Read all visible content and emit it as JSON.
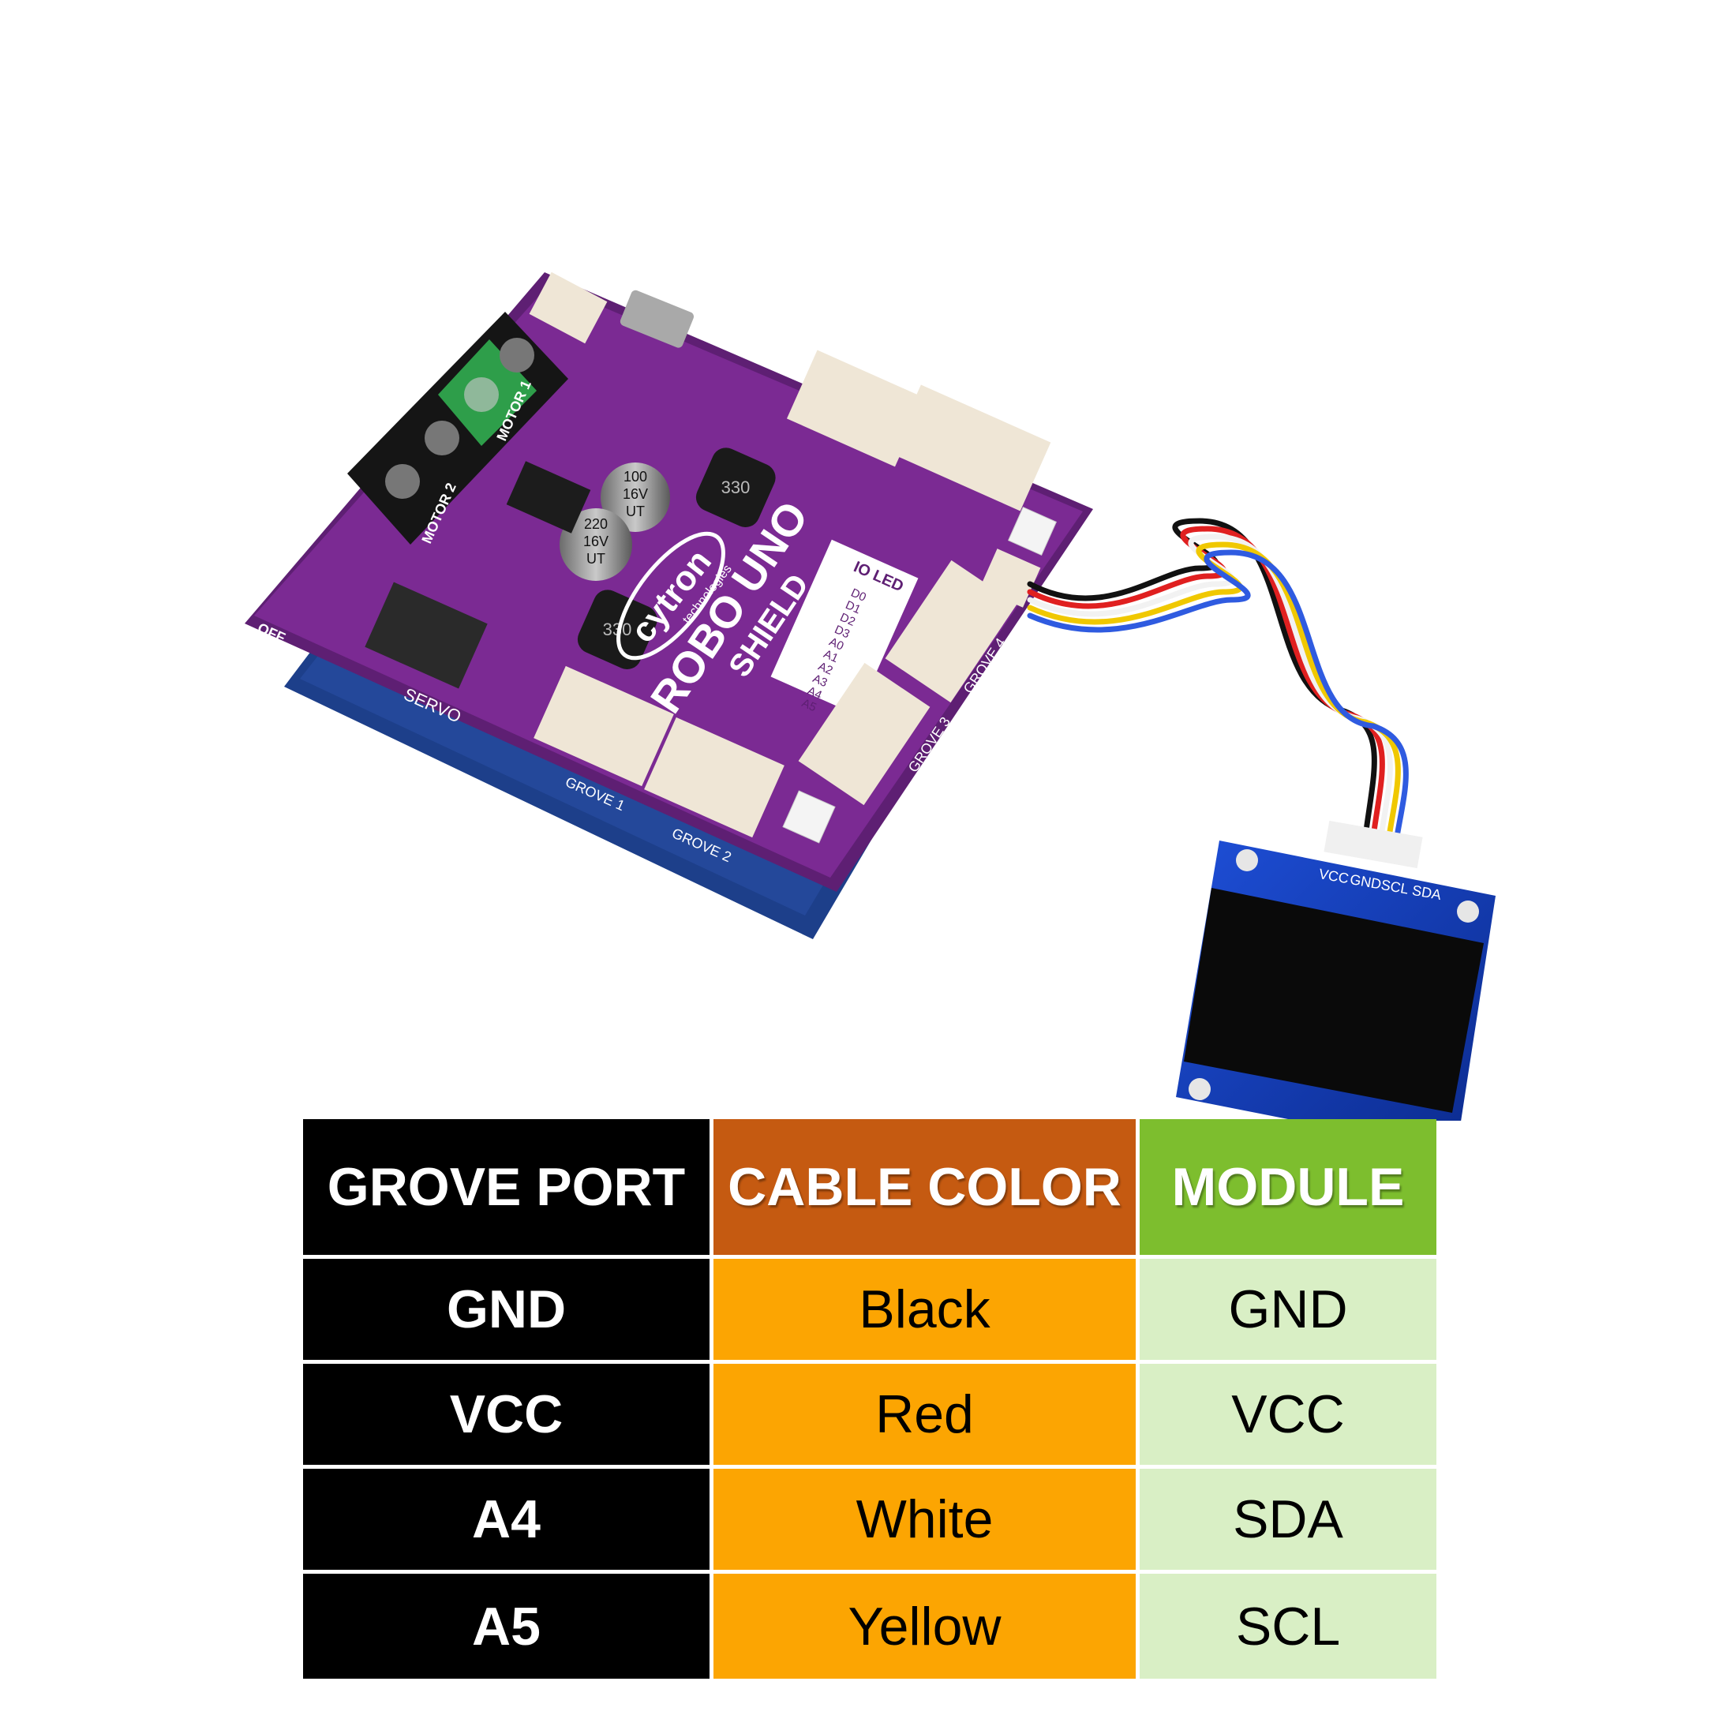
{
  "board": {
    "logo": "cytron",
    "logo_sub": "technologies",
    "name_line1": "ROBO UNO",
    "name_line2": "SHIELD",
    "io_led_label": "IO LED",
    "io_led_pins": [
      "D0",
      "D1",
      "D2",
      "D3",
      "A0",
      "A1",
      "A2",
      "A3",
      "A4",
      "A5"
    ],
    "connector_labels": {
      "grove1": "GROVE 1",
      "grove2": "GROVE 2",
      "grove3": "GROVE 3",
      "grove4": "GROVE 4",
      "servo": "SERVO",
      "motor1": "MOTOR 1",
      "motor2": "MOTOR 2",
      "off": "OFF"
    },
    "cap1": [
      "100",
      "16V",
      "UT"
    ],
    "cap2": [
      "220",
      "16V",
      "UT"
    ],
    "inductor": "330"
  },
  "oled": {
    "pin_labels": [
      "VCC",
      "GND",
      "SCL",
      "SDA"
    ]
  },
  "cable": {
    "wire_colors": [
      "#111111",
      "#e02020",
      "#f2f2f2",
      "#f0c800",
      "#2f5be0"
    ]
  },
  "table": {
    "headers": [
      "GROVE PORT",
      "CABLE COLOR",
      "MODULE"
    ],
    "header_colors": [
      "#000000",
      "#c55a11",
      "#7dbe2e"
    ],
    "rows": [
      [
        "GND",
        "Black",
        "GND"
      ],
      [
        "VCC",
        "Red",
        "VCC"
      ],
      [
        "A4",
        "White",
        "SDA"
      ],
      [
        "A5",
        "Yellow",
        "SCL"
      ]
    ]
  }
}
